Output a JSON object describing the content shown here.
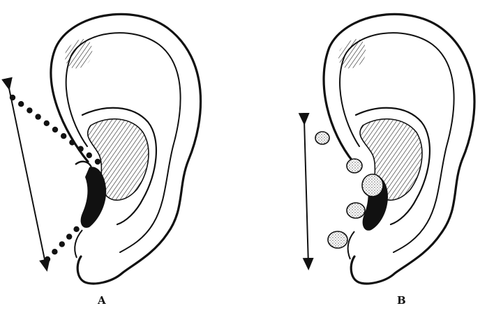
{
  "figure": {
    "panels": [
      {
        "label": "A",
        "marker_style": "small-solid-beads"
      },
      {
        "label": "B",
        "marker_style": "large-stippled-beads"
      }
    ],
    "colors": {
      "ink": "#111111",
      "paper": "#ffffff"
    }
  }
}
